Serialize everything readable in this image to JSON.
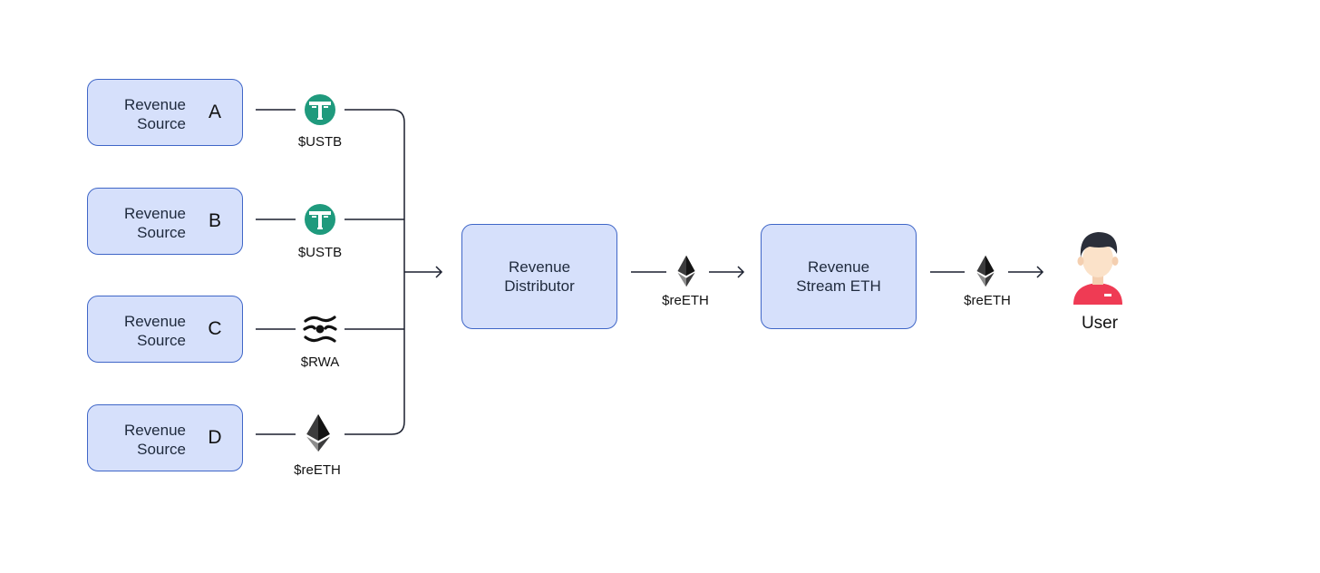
{
  "sources": [
    {
      "word1": "Revenue",
      "word2": "Source",
      "letter": "A",
      "token": "$USTB",
      "icon": "ustb-icon"
    },
    {
      "word1": "Revenue",
      "word2": "Source",
      "letter": "B",
      "token": "$USTB",
      "icon": "ustb-icon"
    },
    {
      "word1": "Revenue",
      "word2": "Source",
      "letter": "C",
      "token": "$RWA",
      "icon": "rwa-icon"
    },
    {
      "word1": "Revenue",
      "word2": "Source",
      "letter": "D",
      "token": "$reETH",
      "icon": "eth-icon"
    }
  ],
  "distributor": {
    "line1": "Revenue",
    "line2": "Distributor"
  },
  "distributor_token": "$reETH",
  "stream": {
    "line1": "Revenue",
    "line2": "Stream ETH"
  },
  "stream_token": "$reETH",
  "user": {
    "label": "User",
    "icon": "user-avatar-icon"
  },
  "colors": {
    "box_fill": "#d6e0fb",
    "box_border": "#3f66c7",
    "ustb_green": "#1f9a7d",
    "line": "#1a1f2e"
  }
}
